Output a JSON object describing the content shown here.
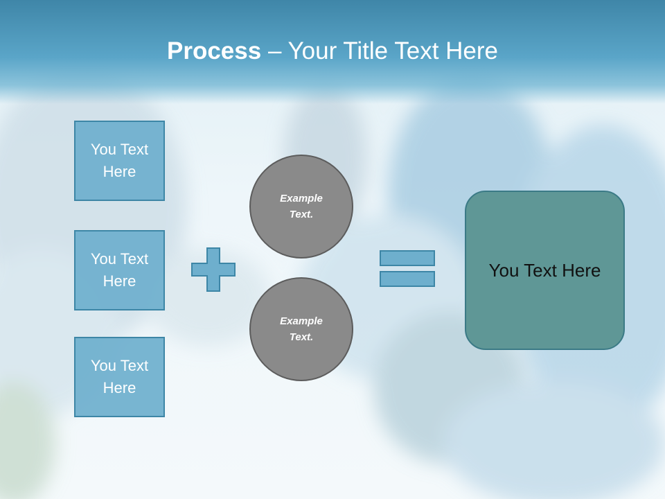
{
  "title": {
    "bold": "Process",
    "rest": " – Your Title Text Here"
  },
  "inputs": [
    {
      "label": "You Text Here"
    },
    {
      "label": "You Text Here"
    },
    {
      "label": "You Text Here"
    }
  ],
  "circles": [
    {
      "label": "Example Text."
    },
    {
      "label": "Example Text."
    }
  ],
  "result": {
    "label": "You Text Here"
  },
  "colors": {
    "header": "#4e9abd",
    "box_fill": "#6eafcd",
    "box_border": "#3d86a6",
    "circle_fill": "#8a8a8a",
    "result_fill": "#5f9796"
  }
}
